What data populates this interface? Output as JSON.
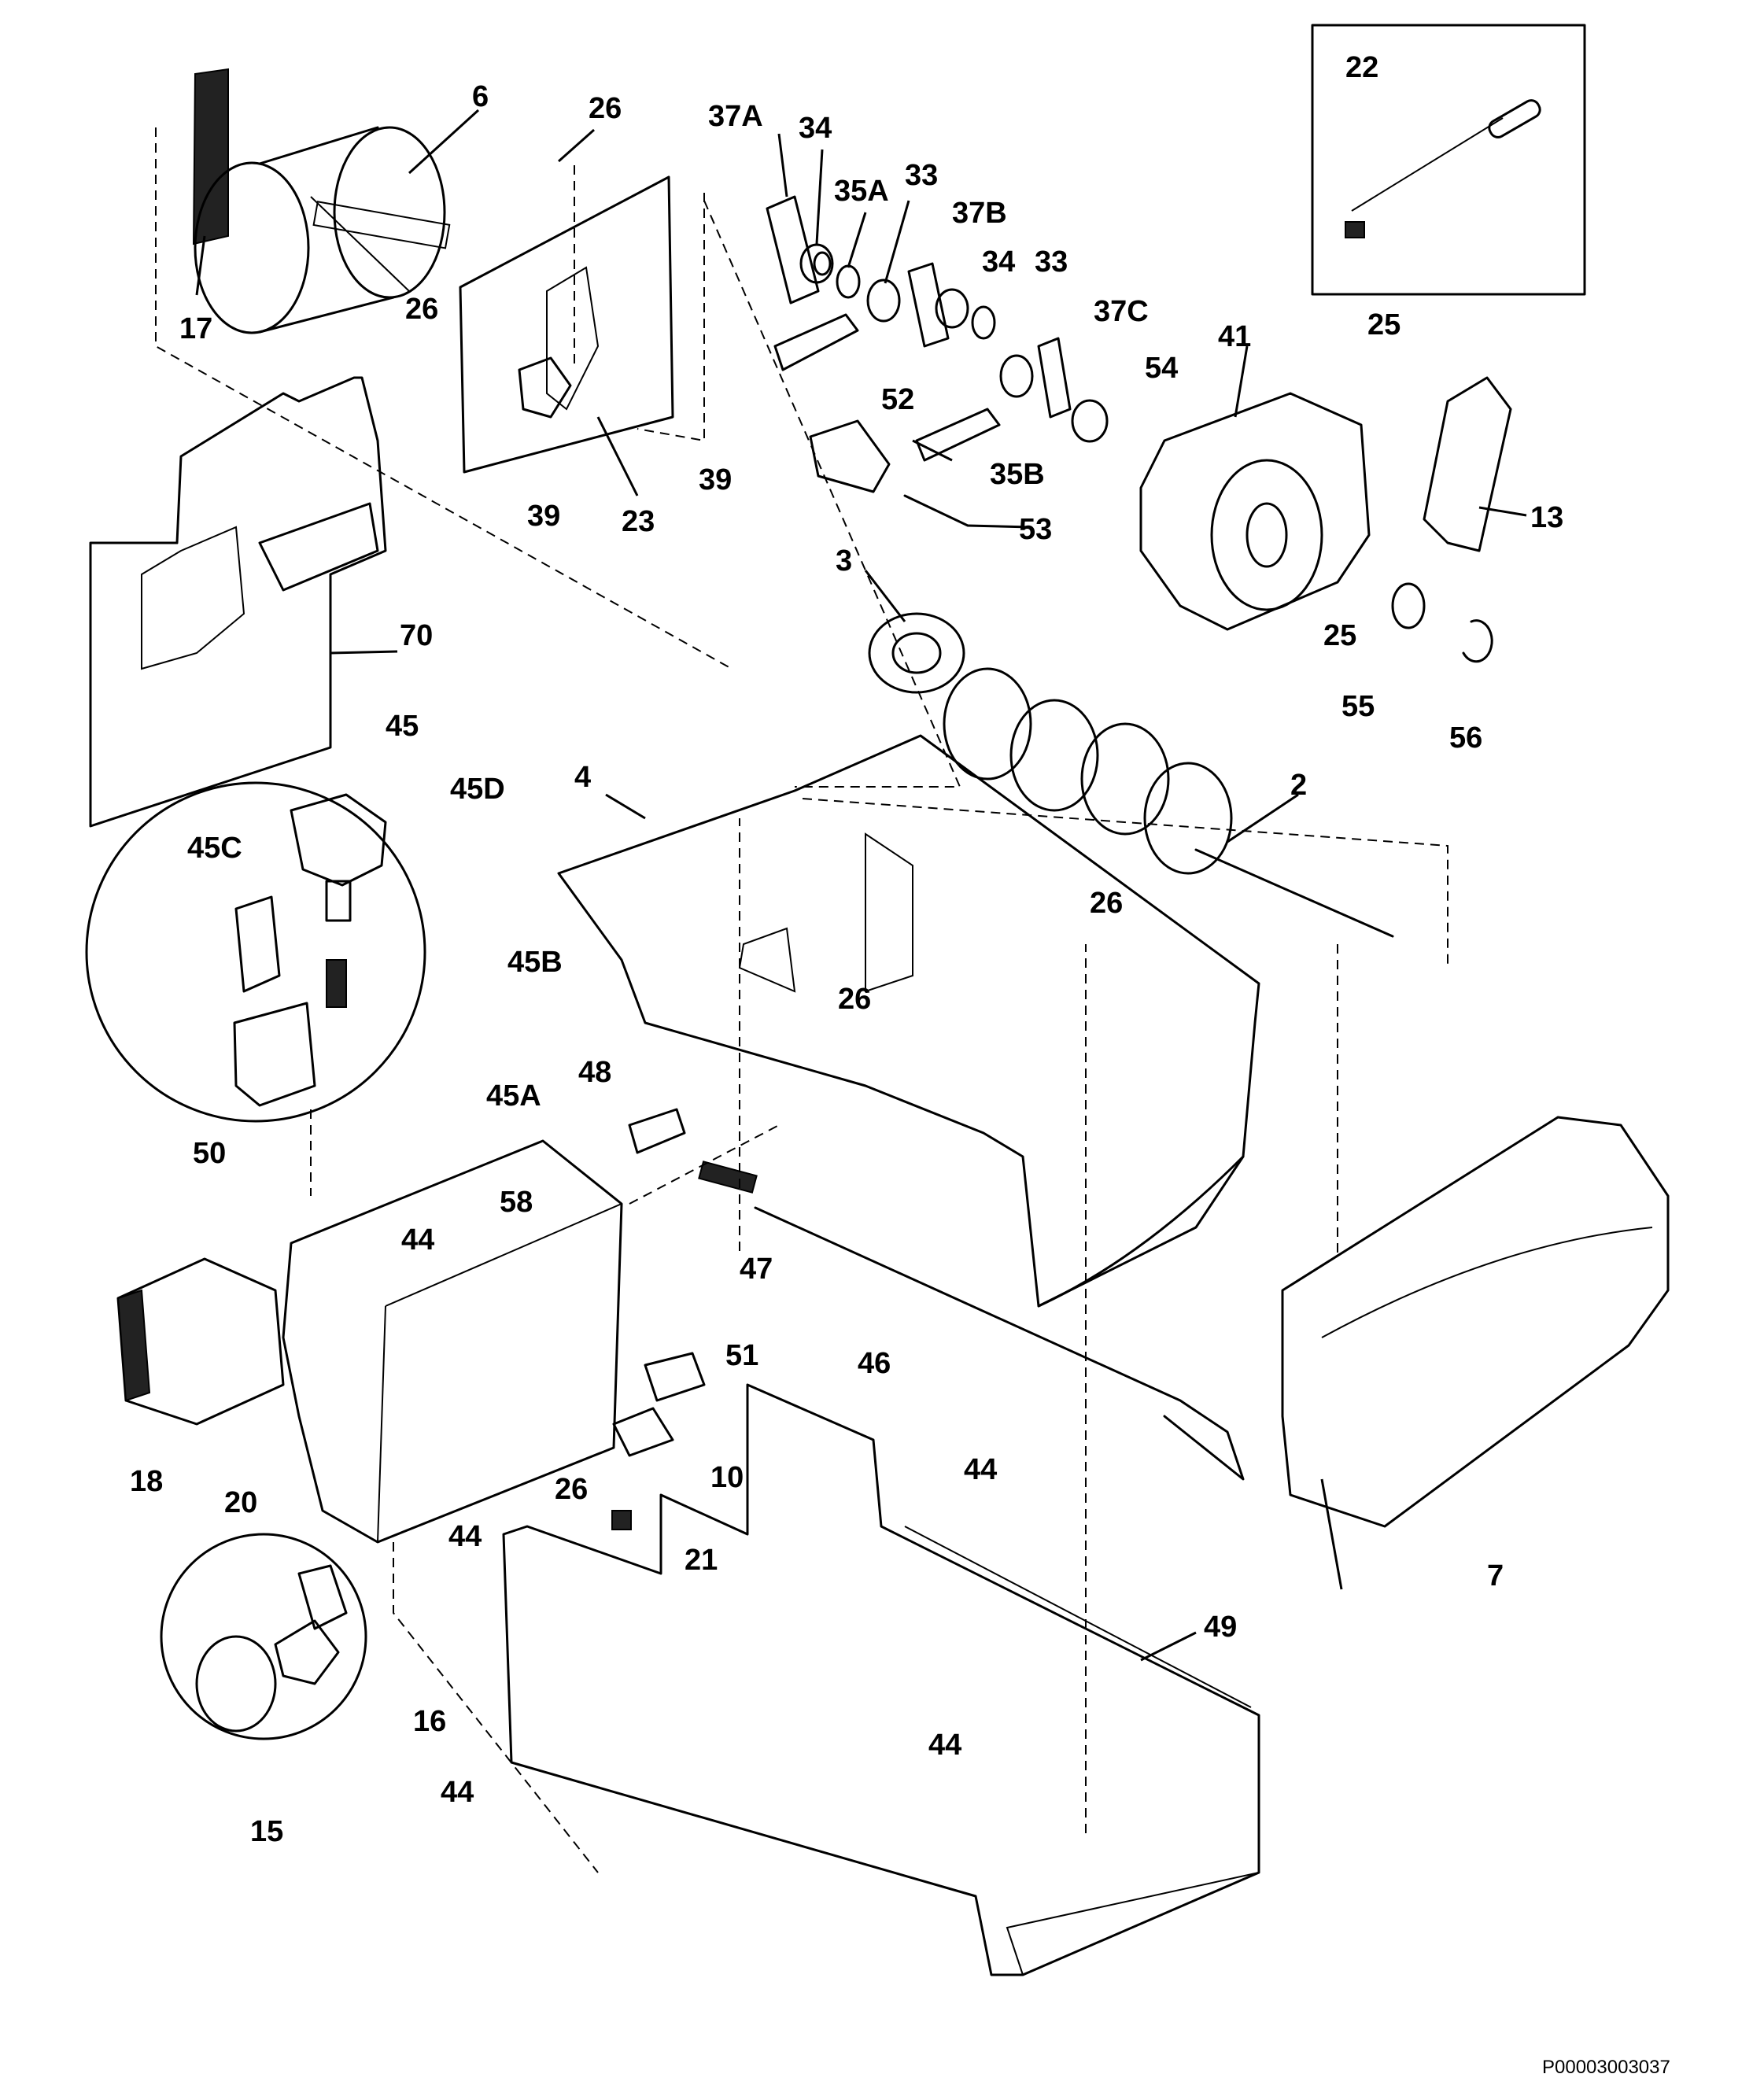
{
  "labels": {
    "l6": "6",
    "l17": "17",
    "l26a": "26",
    "l26b": "26",
    "l23": "23",
    "l39a": "39",
    "l39b": "39",
    "l37A": "37A",
    "l34a": "34",
    "l35A": "35A",
    "l33a": "33",
    "l37B": "37B",
    "l34b": "34",
    "l33b": "33",
    "l37C": "37C",
    "l54": "54",
    "l41": "41",
    "l25a": "25",
    "l25b": "25",
    "l13": "13",
    "l52": "52",
    "l53": "53",
    "l35B": "35B",
    "l22": "22",
    "l70": "70",
    "l3": "3",
    "l55": "55",
    "l56": "56",
    "l4": "4",
    "l2": "2",
    "l26c": "26",
    "l26d": "26",
    "l45": "45",
    "l45D": "45D",
    "l45C": "45C",
    "l45B": "45B",
    "l45A": "45A",
    "l50": "50",
    "l48": "48",
    "l47": "47",
    "l58": "58",
    "l44a": "44",
    "l51": "51",
    "l46": "46",
    "l18": "18",
    "l20": "20",
    "l10": "10",
    "l26e": "26",
    "l44b": "44",
    "l44c": "44",
    "l21": "21",
    "l7": "7",
    "l49": "49",
    "l16": "16",
    "l44d": "44",
    "l44e": "44",
    "l15": "15"
  },
  "footer": {
    "ref_code": "P00003003037"
  }
}
